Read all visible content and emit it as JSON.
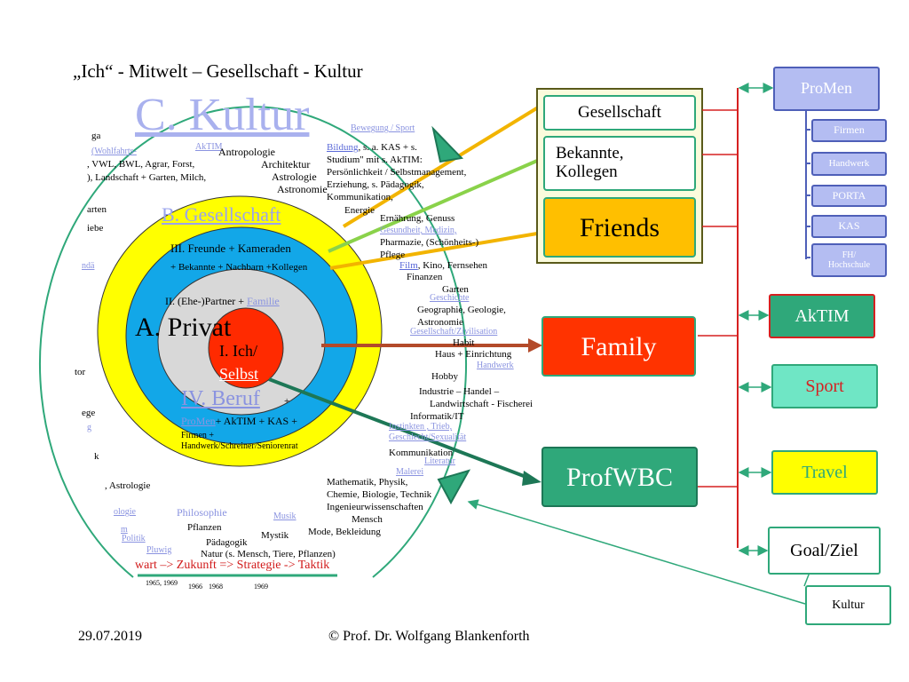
{
  "title": "„Ich“ - Mitwelt – Gesellschaft - Kultur",
  "rings": {
    "kultur": "C. Kultur",
    "gesellschaft": "B. Gesellschaft",
    "privat": "A. Privat",
    "ich_line1": "I. Ich/",
    "ich_line2": "Selbst",
    "partner_prefix": "II. (Ehe-)Partner + ",
    "partner_link": "Familie",
    "freunde": "III. Freunde + Kameraden",
    "bekannte": "+ Bekannte + Nachbarn +Kollegen",
    "beruf": "IV. Beruf",
    "beruf_plus": "+",
    "beruf_promen": "ProMen",
    "beruf_rest": "+ AkTIM + KAS +",
    "beruf_line2": "Firmen +",
    "beruf_line3": "Handwerk/Schreiner/Seniorenrat"
  },
  "kultur_texts": {
    "left": [
      "ga",
      "(Wohlfahrts-",
      ", VWL, BWL, Agrar, Forst,",
      "), Landschaft + Garten, Milch,",
      "arten",
      "iebe",
      "ndä",
      "tor",
      "ege",
      "g",
      "k",
      ", Astrologie",
      "ologie",
      "m",
      "Politik",
      "Pluwig"
    ],
    "aktim_small": "AkTIM",
    "anthropologie": "Antropologie",
    "architektur": "Architektur",
    "astrologie": "Astrologie",
    "astronomie": "Astronomie",
    "bewegung": "Bewegung / Sport",
    "bildung_link": "Bildung",
    "bildung_rest": ", s. a. KAS + s.",
    "studium": "Studium\" mit s. AkTIM:",
    "persoenlichkeit": "Persönlichkeit / Selbstmanagement,",
    "erziehung": "Erziehung, s. Pädagogik,",
    "kommunikation1": "Kommunikation,",
    "energie": "Energie",
    "ernaehrung": "Ernährung, Genuss",
    "gesundheit": "Gesundheit, Medizin,",
    "pharmazie": "Pharmazie, (Schönheits-)",
    "pflege": "Pflege",
    "film_link": "Film",
    "film_rest": ", Kino, Fernsehen",
    "finanzen": "Finanzen",
    "garten": "Garten",
    "geschichte": "Geschichte",
    "geographie": "Geographie, Geologie,",
    "astronomie2": "Astronomie",
    "zivilisation": "Gesellschaft/Zivilisation",
    "habit": "Habit",
    "haus": "Haus + Einrichtung",
    "handwerk": "Handwerk",
    "hobby": "Hobby",
    "industrie": "Industrie – Handel –",
    "landwirtschaft": "Landwirtschaft - Fischerei",
    "informatik": "Informatik/IT",
    "trieb": "Instinkten , Trieb,",
    "sexualitaet": "Geschlecht/Sexualität",
    "kommunikation2": "Kommunikation",
    "literatur": "Literatur",
    "malerei": "Malerei",
    "mathematik": "Mathematik, Physik,",
    "chemie": "Chemie, Biologie, Technik",
    "ingenieur": "Ingenieurwissenschaften",
    "mensch": "Mensch",
    "mode": "Mode, Bekleidung",
    "musik": "Musik",
    "mystik": "Mystik",
    "philosophie": "Philosophie",
    "pflanzen": "Pflanzen",
    "paedagogik": "Pädagogik",
    "natur": "Natur (s. Mensch, Tiere, Pflanzen)",
    "timeline": "wart –> Zukunft => Strategie -> Taktik",
    "years": [
      "1965, 1969",
      "1966",
      "1968",
      "1969"
    ]
  },
  "center_boxes": {
    "gesellschaft": "Gesellschaft",
    "bekannte_line1": "Bekannte,",
    "bekannte_line2": "Kollegen",
    "friends": "Friends",
    "family": "Family",
    "profwbc": "ProfWBC"
  },
  "right_boxes": {
    "promen": "ProMen",
    "firmen": "Firmen",
    "handwerk": "Handwerk",
    "porta": "PORTA",
    "kas": "KAS",
    "fh_line1": "FH/",
    "fh_line2": "Hochschule",
    "aktim": "AkTIM",
    "sport": "Sport",
    "travel": "Travel",
    "goal": "Goal/Ziel",
    "kultur": "Kultur"
  },
  "footer": {
    "date": "29.07.2019",
    "author": "© Prof. Dr. Wolfgang Blankenforth"
  },
  "colors": {
    "yellow": "#ffff00",
    "blue": "#12a7e8",
    "grey": "#d8d8d8",
    "red": "#ff2a00",
    "friends": "#ffbf00",
    "family": "#ff3300",
    "profwbc": "#2fa87a",
    "promen": "#b4bdf2",
    "sport": "#6fe6c5",
    "travel": "#ffff00"
  }
}
